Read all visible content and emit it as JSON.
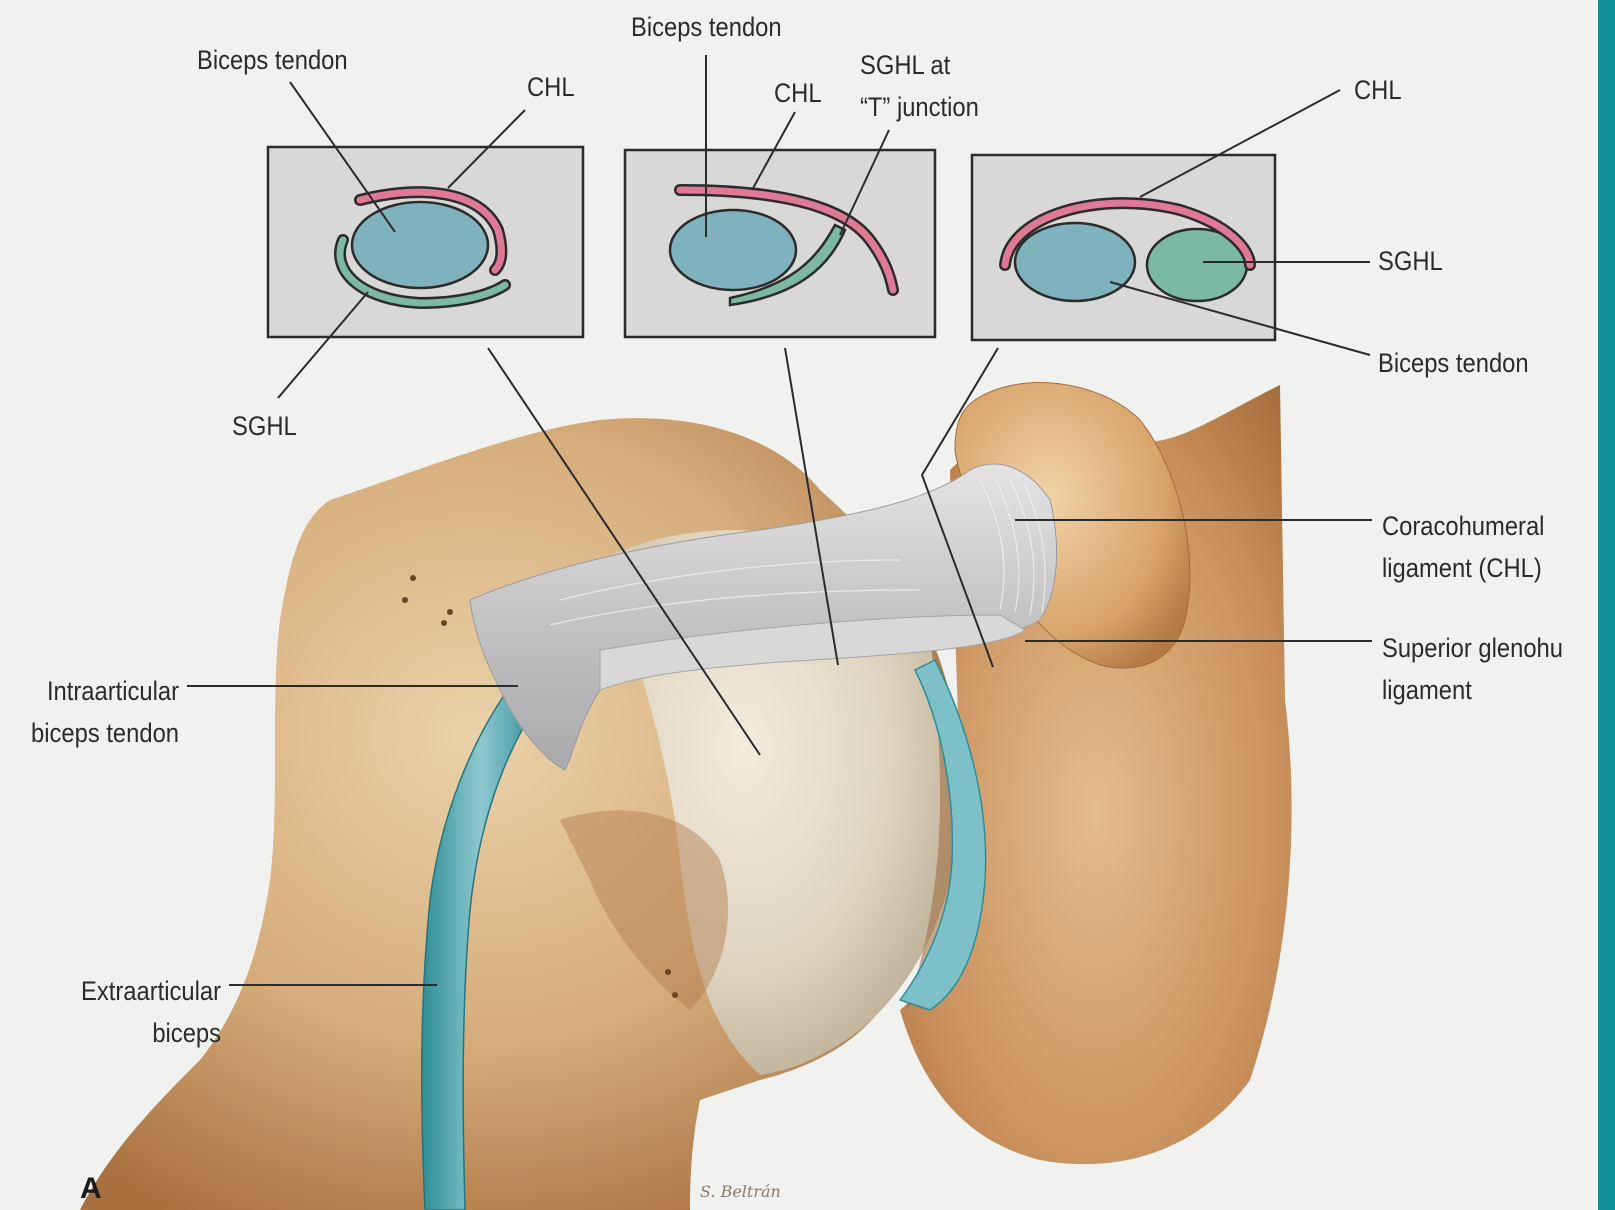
{
  "colors": {
    "background": "#f1f1ef",
    "teal_border": "#118f96",
    "biceps_blue": "#7fb2bd",
    "chl_pink": "#e07a94",
    "sghl_green": "#7cb9a2",
    "inset_gray": "#d7d7d5",
    "bone": "#d9b486"
  },
  "insets": [
    {
      "labels": {
        "biceps": "Biceps tendon",
        "chl": "CHL",
        "sghl": "SGHL"
      }
    },
    {
      "labels": {
        "biceps": "Biceps tendon",
        "chl": "CHL",
        "sghl": "SGHL at\n“T” junction"
      }
    },
    {
      "labels": {
        "chl": "CHL",
        "sghl": "SGHL",
        "biceps": "Biceps tendon"
      }
    }
  ],
  "main_labels": {
    "chl_full": "Coracohumeral\nligament (CHL)",
    "sgl_full": "Superior glenohu\nligament",
    "intraarticular": "Intraarticular\nbiceps tendon",
    "extraarticular": "Extraarticular\nbiceps"
  },
  "panel_letter": "A",
  "signature": "S. Beltrán"
}
